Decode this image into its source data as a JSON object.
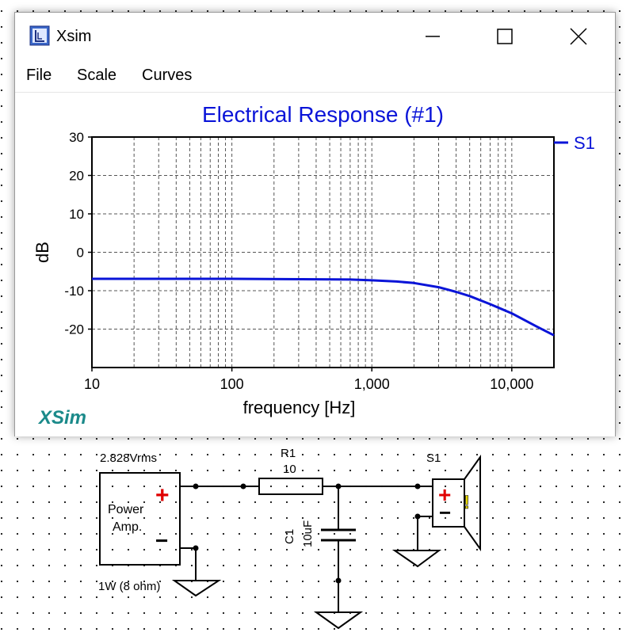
{
  "window": {
    "title": "Xsim",
    "menu": [
      "File",
      "Scale",
      "Curves"
    ],
    "brand": "XSim"
  },
  "chart_data": {
    "type": "line",
    "title": "Electrical Response (#1)",
    "xlabel": "frequency [Hz]",
    "ylabel": "dB",
    "xscale": "log",
    "xlim": [
      10,
      20000
    ],
    "ylim": [
      -30,
      30
    ],
    "x_tick_labels": [
      "10",
      "100",
      "1,000",
      "10,000"
    ],
    "x_ticks": [
      10,
      100,
      1000,
      10000
    ],
    "y_tick_labels": [
      "30",
      "20",
      "10",
      "0",
      "-10",
      "-20"
    ],
    "y_ticks": [
      30,
      20,
      10,
      0,
      -10,
      -20
    ],
    "grid": true,
    "legend_position": "top-right",
    "series": [
      {
        "name": "S1",
        "color": "#0a14d8",
        "x": [
          10,
          100,
          300,
          700,
          1000,
          1500,
          2000,
          3000,
          4000,
          5000,
          7000,
          10000,
          15000,
          20000
        ],
        "y": [
          -6.9,
          -6.9,
          -7.0,
          -7.1,
          -7.3,
          -7.6,
          -8.0,
          -9.1,
          -10.3,
          -11.4,
          -13.5,
          -15.9,
          -19.3,
          -21.6
        ]
      }
    ]
  },
  "schematic": {
    "source_voltage": "2.828Vrms",
    "amp_label_1": "Power",
    "amp_label_2": "Amp.",
    "amp_power": "1W (8 ohm)",
    "r1_name": "R1",
    "r1_value": "10",
    "c1_name": "C1",
    "c1_value": "10uF",
    "speaker_name": "S1",
    "plus_sign": "+",
    "minus_sign": "−",
    "warning_mark": "!"
  }
}
